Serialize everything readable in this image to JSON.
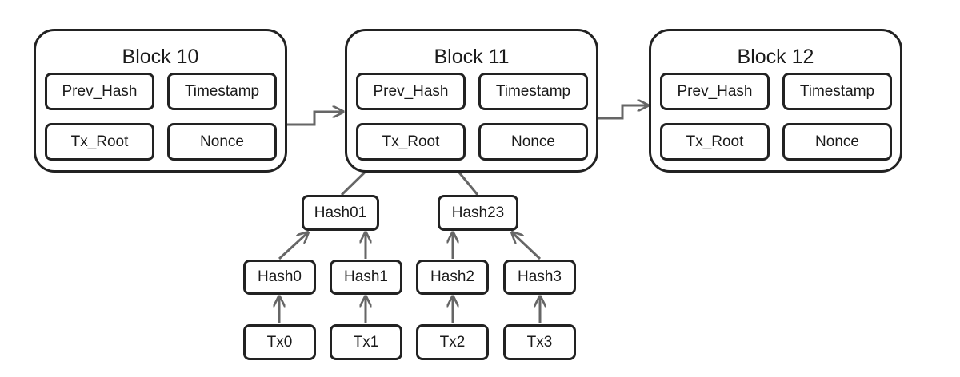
{
  "blocks": [
    {
      "title": "Block 10",
      "prev_hash": "Prev_Hash",
      "timestamp": "Timestamp",
      "tx_root": "Tx_Root",
      "nonce": "Nonce"
    },
    {
      "title": "Block 11",
      "prev_hash": "Prev_Hash",
      "timestamp": "Timestamp",
      "tx_root": "Tx_Root",
      "nonce": "Nonce"
    },
    {
      "title": "Block 12",
      "prev_hash": "Prev_Hash",
      "timestamp": "Timestamp",
      "tx_root": "Tx_Root",
      "nonce": "Nonce"
    }
  ],
  "merkle": {
    "root_hashes": [
      "Hash01",
      "Hash23"
    ],
    "leaf_hashes": [
      "Hash0",
      "Hash1",
      "Hash2",
      "Hash3"
    ],
    "transactions": [
      "Tx0",
      "Tx1",
      "Tx2",
      "Tx3"
    ]
  },
  "colors": {
    "border": "#222222",
    "arrow": "#666666",
    "background": "#ffffff"
  }
}
